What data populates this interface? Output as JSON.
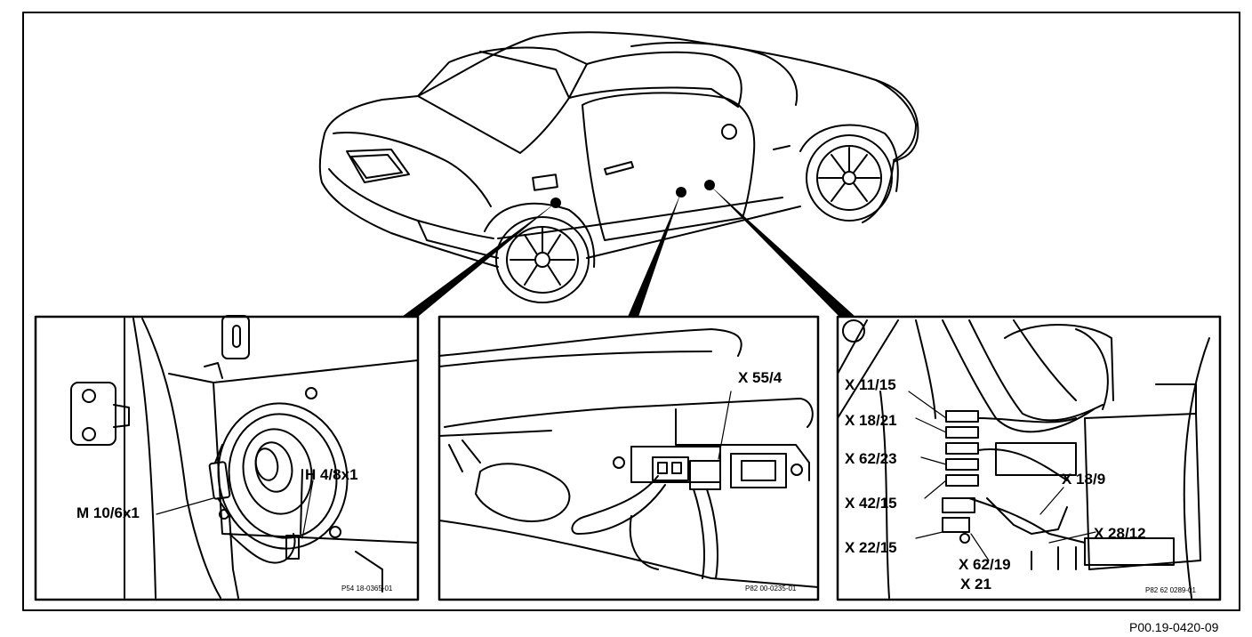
{
  "figure_ref": "P00.19-0420-09",
  "panels": [
    {
      "ref": "P54 18-0365-01",
      "labels": [
        "M 10/6x1",
        "H 4/8x1"
      ]
    },
    {
      "ref": "P82 00-0235-01",
      "labels": [
        "X 55/4"
      ]
    },
    {
      "ref": "P82 62 0289-01",
      "labels": [
        "X 11/15",
        "X 18/21",
        "X 62/23",
        "X 42/15",
        "X 22/15",
        "X 62/19",
        "X 21",
        "X 18/9",
        "X 28/12"
      ]
    }
  ]
}
